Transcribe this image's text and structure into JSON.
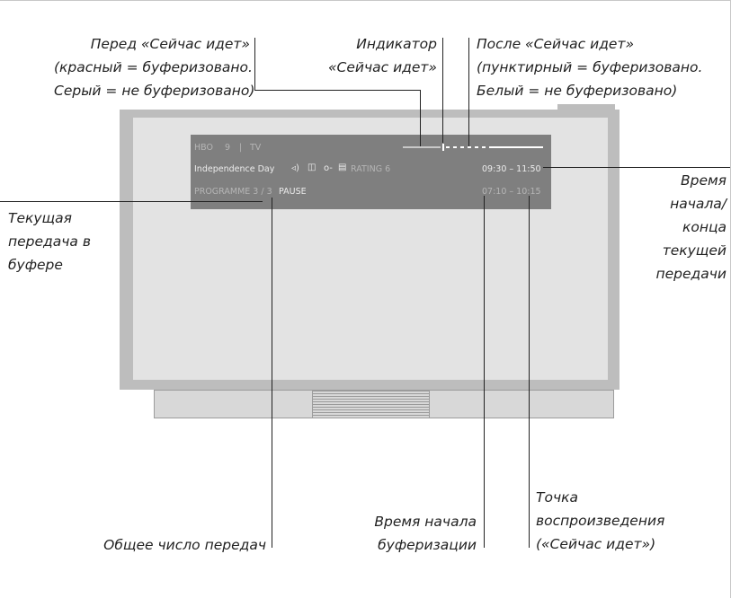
{
  "callouts": {
    "before_now": [
      "Перед «Сейчас идет»",
      "(красный = буферизовано.",
      "Серый = не буферизовано)"
    ],
    "indicator": [
      "Индикатор",
      "«Сейчас идет»"
    ],
    "after_now": [
      "После «Сейчас идет»",
      "(пунктирный = буферизовано.",
      "Белый = не буферизовано)"
    ],
    "current_buffered": [
      "Текущая",
      "передача в",
      "буфере"
    ],
    "start_end": [
      "Время",
      "начала/",
      "конца",
      "текущей",
      "передачи"
    ],
    "total_programmes": [
      "Общее число передач"
    ],
    "buffer_start": [
      "Время начала",
      "буферизации"
    ],
    "playback_point": [
      "Точка",
      "воспроизведения",
      "(«Сейчас идет»)"
    ]
  },
  "osd": {
    "channel_name": "HBO",
    "channel_number": "9",
    "separator": "|",
    "source": "TV",
    "programme_title": "Independence Day",
    "rating_label": "RATING 6",
    "programme_time": "09:30 – 11:50",
    "programme_counter": "PROGRAMME 3 / 3",
    "status": "PAUSE",
    "buffer_time": "07:10 – 10:15",
    "icons": [
      "speaker-icon",
      "subtitle-icon",
      "key-icon",
      "teletext-icon"
    ],
    "colors": {
      "background": "#7f7f7f",
      "text": "#ececec",
      "dim_text": "#b5b5b5"
    }
  }
}
